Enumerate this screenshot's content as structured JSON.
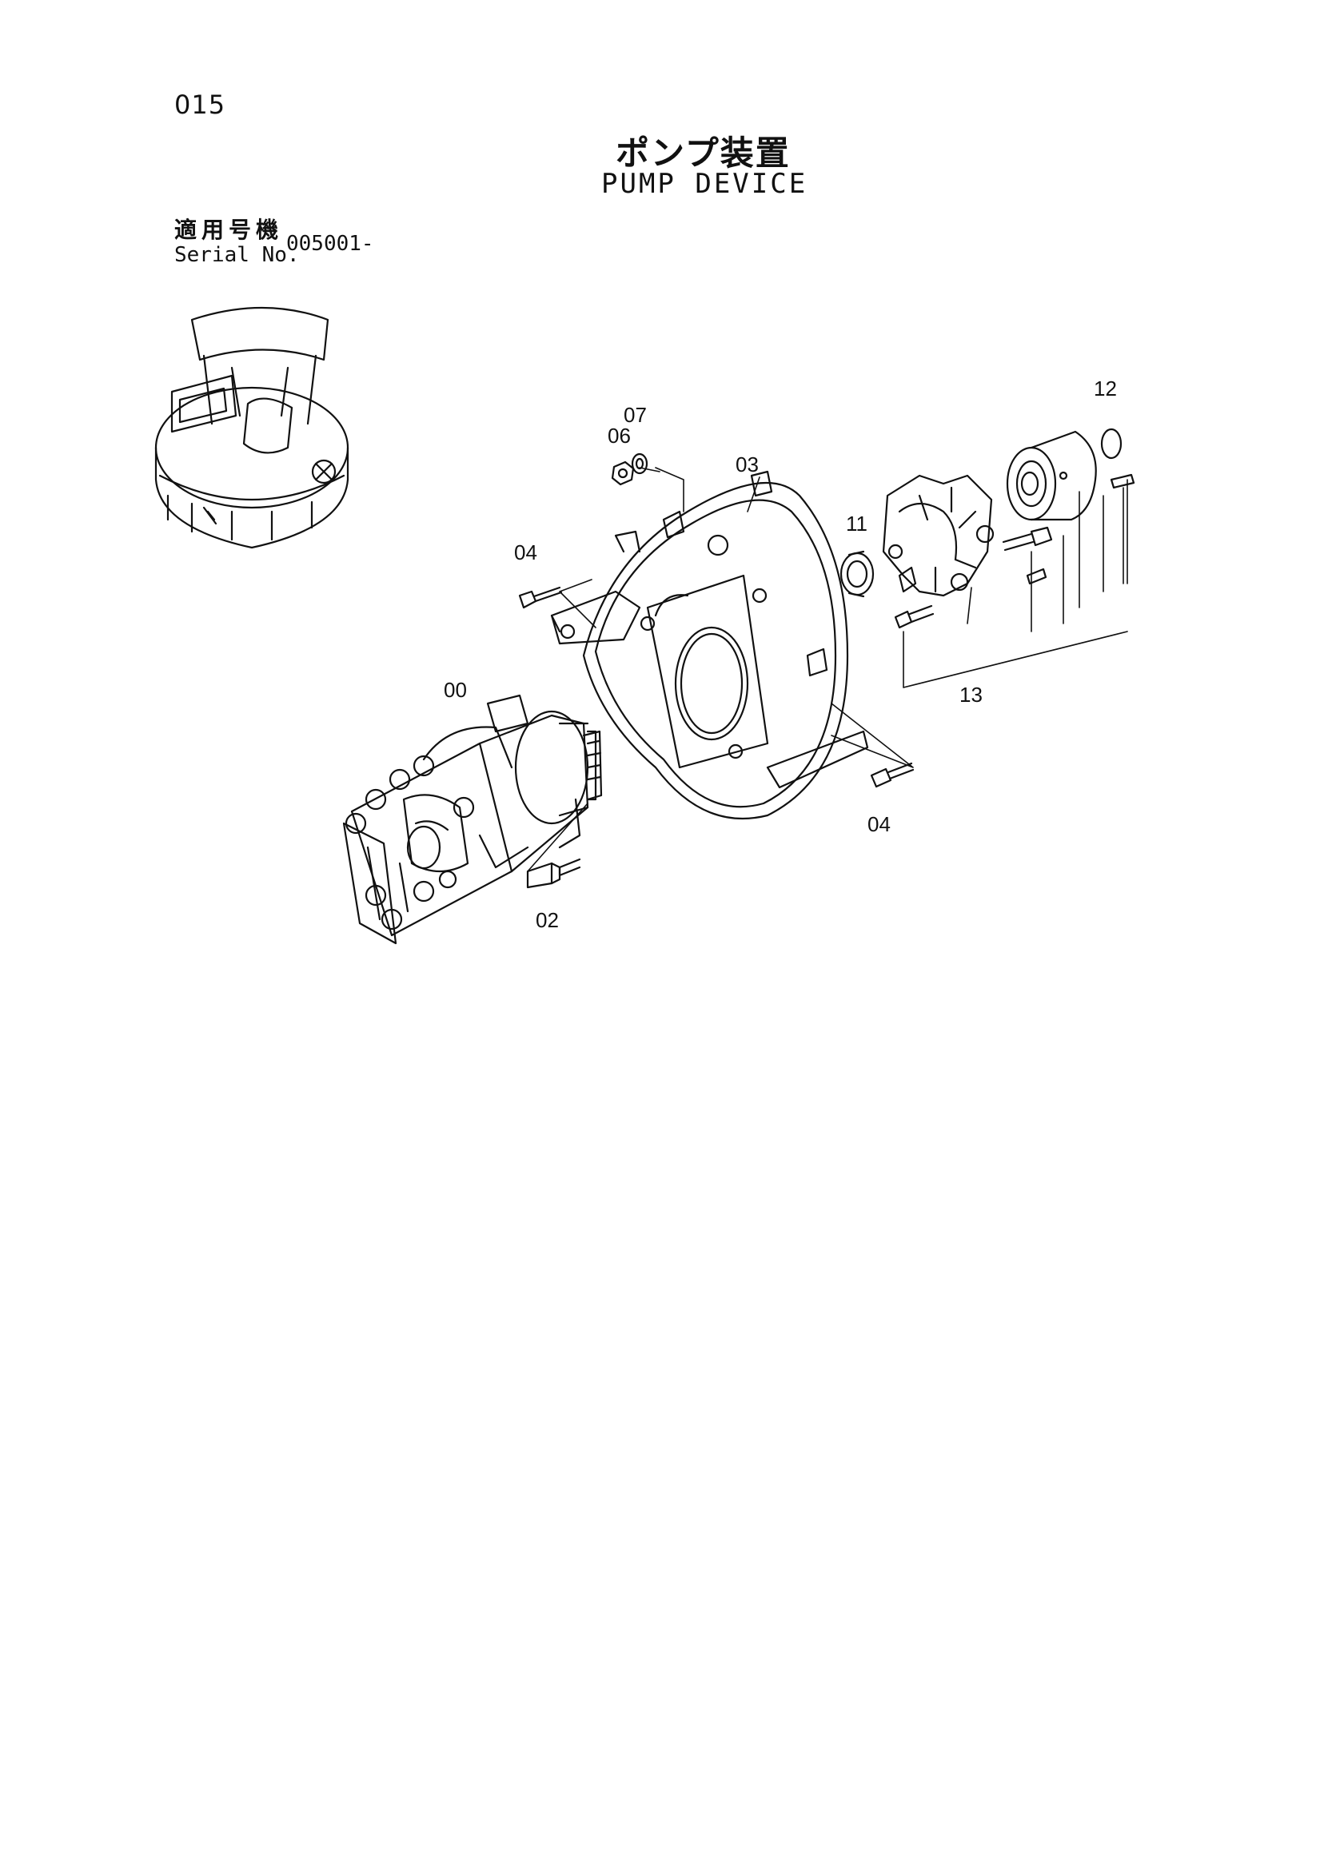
{
  "header": {
    "page_number": "015",
    "title_jp": "ポンプ装置",
    "title_en": "PUMP DEVICE",
    "serial_label_jp": "適用号機",
    "serial_label_en": "Serial No.",
    "serial_value": "005001-"
  },
  "parts": {
    "p00": "00",
    "p02": "02",
    "p03": "03",
    "p04a": "04",
    "p04b": "04",
    "p06": "06",
    "p07": "07",
    "p11": "11",
    "p12": "12",
    "p13": "13"
  }
}
